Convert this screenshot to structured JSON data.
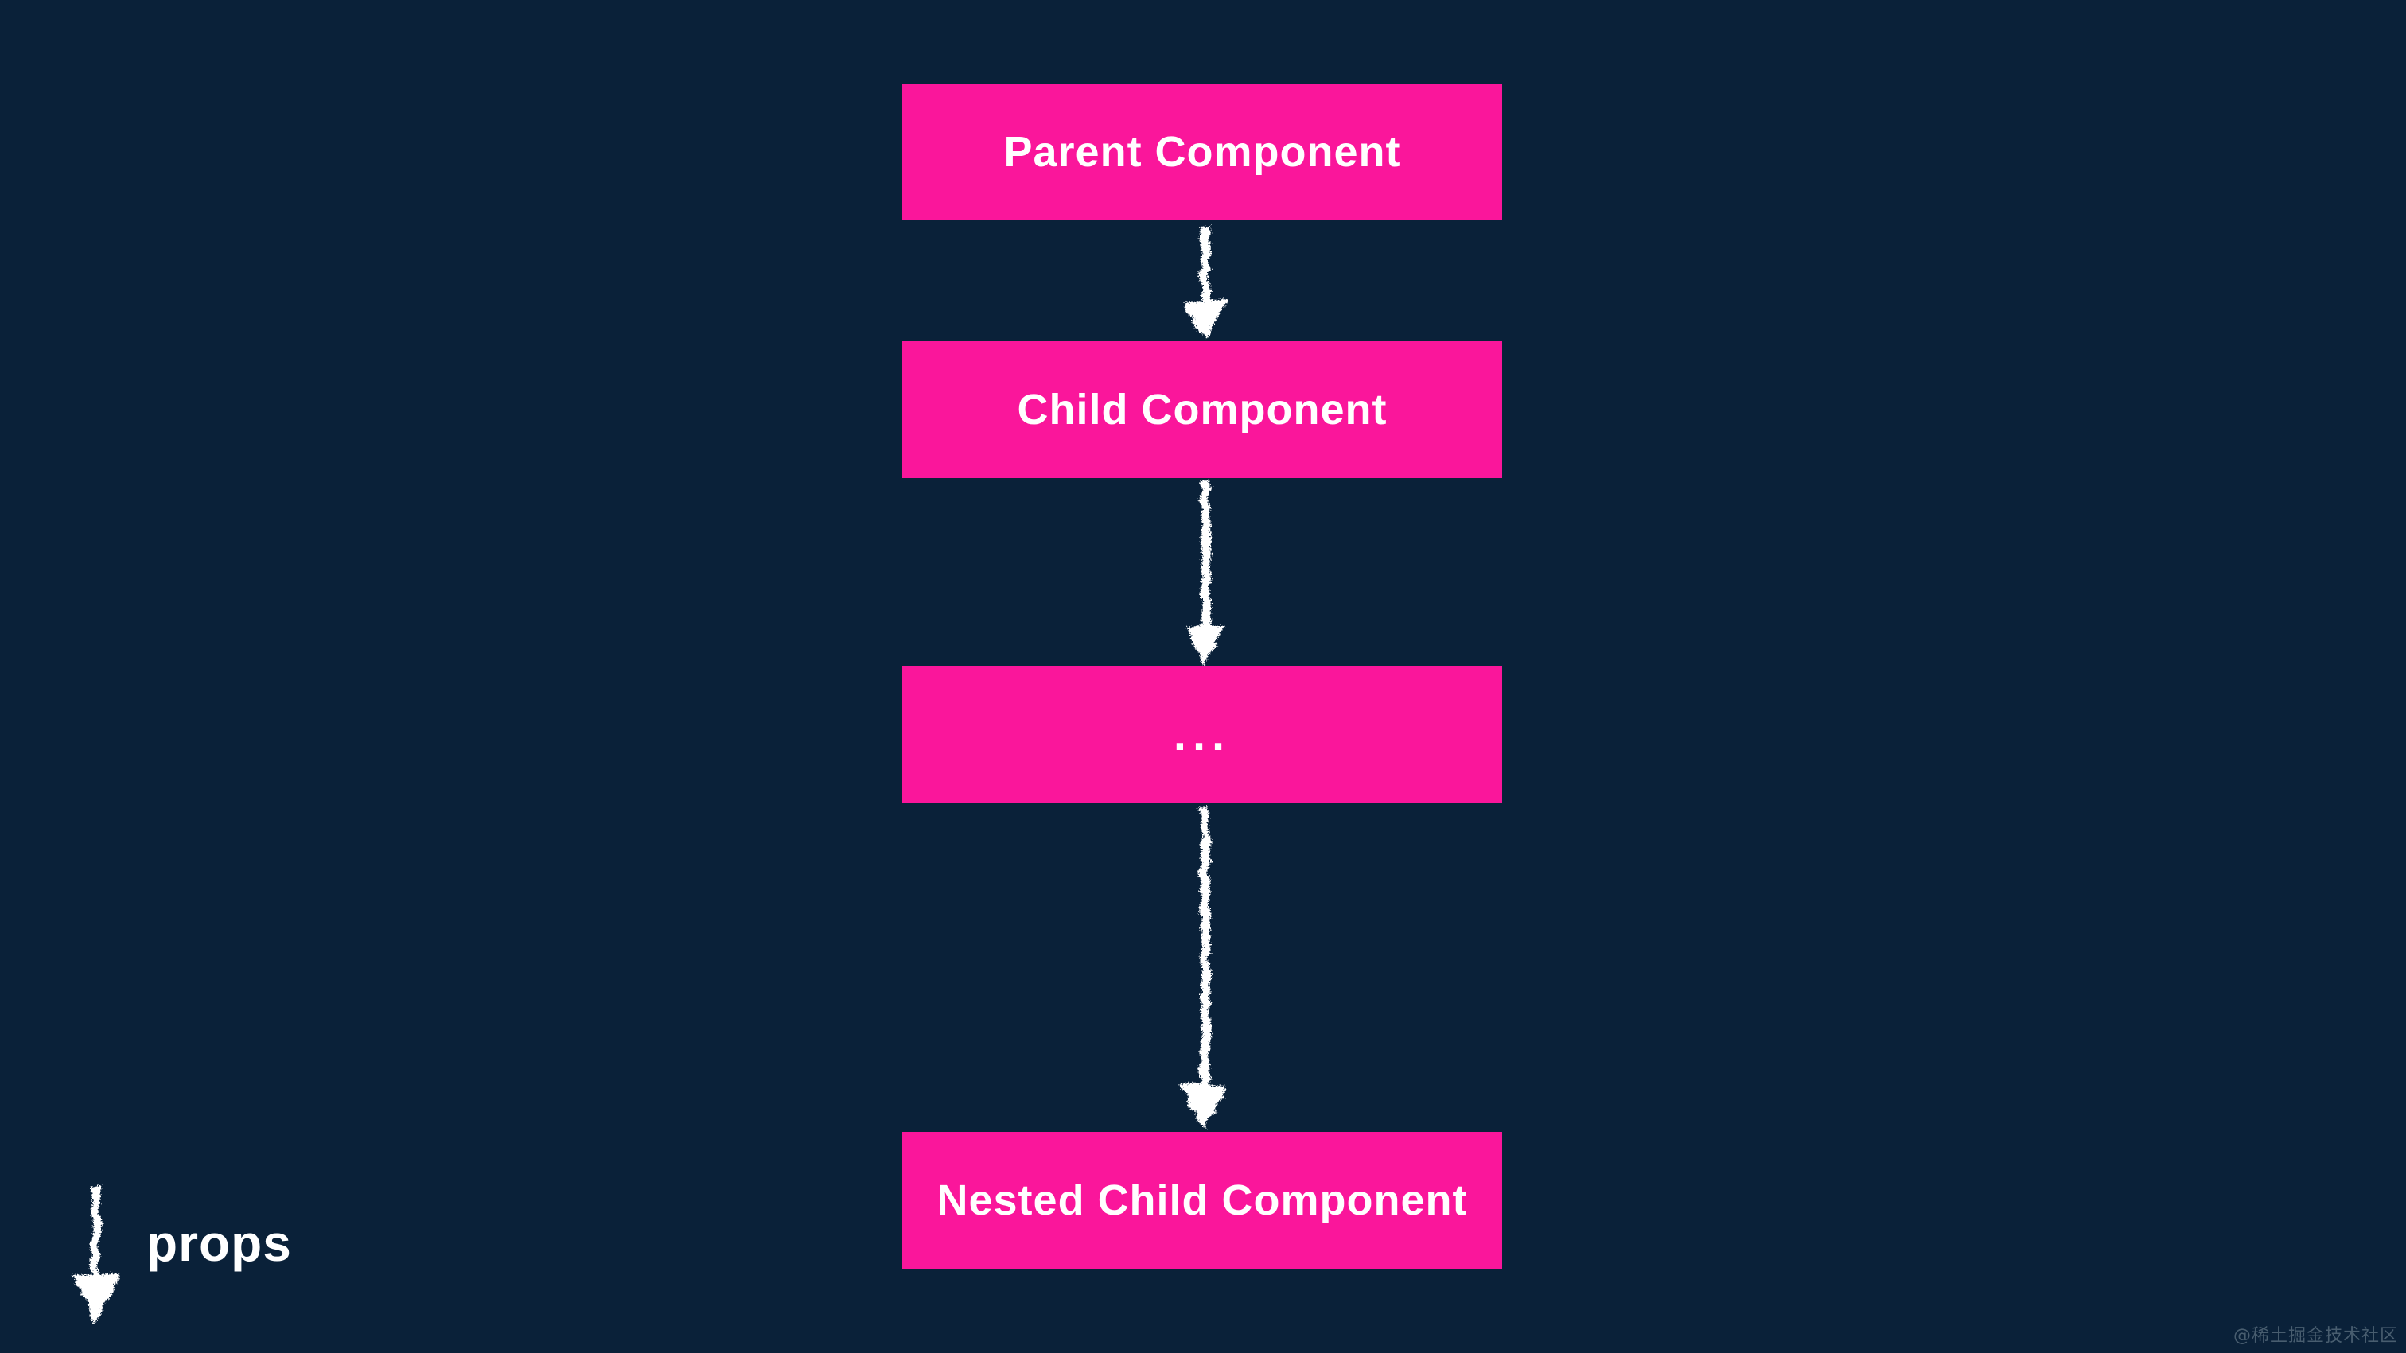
{
  "colors": {
    "background": "#0a2139",
    "node_fill": "#fa169b",
    "node_text": "#ffffff",
    "arrow": "#ffffff",
    "watermark_text": "#4f6475"
  },
  "diagram": {
    "nodes": [
      {
        "label": "Parent Component"
      },
      {
        "label": "Child Component"
      },
      {
        "label": "..."
      },
      {
        "label": "Nested Child Component"
      }
    ],
    "edges": [
      {
        "from": "Parent Component",
        "to": "Child Component"
      },
      {
        "from": "Child Component",
        "to": "..."
      },
      {
        "from": "...",
        "to": "Nested Child Component"
      }
    ],
    "legend": {
      "symbol": "down-arrow",
      "label": "props"
    }
  },
  "watermark": {
    "text": "@稀土掘金技术社区"
  }
}
